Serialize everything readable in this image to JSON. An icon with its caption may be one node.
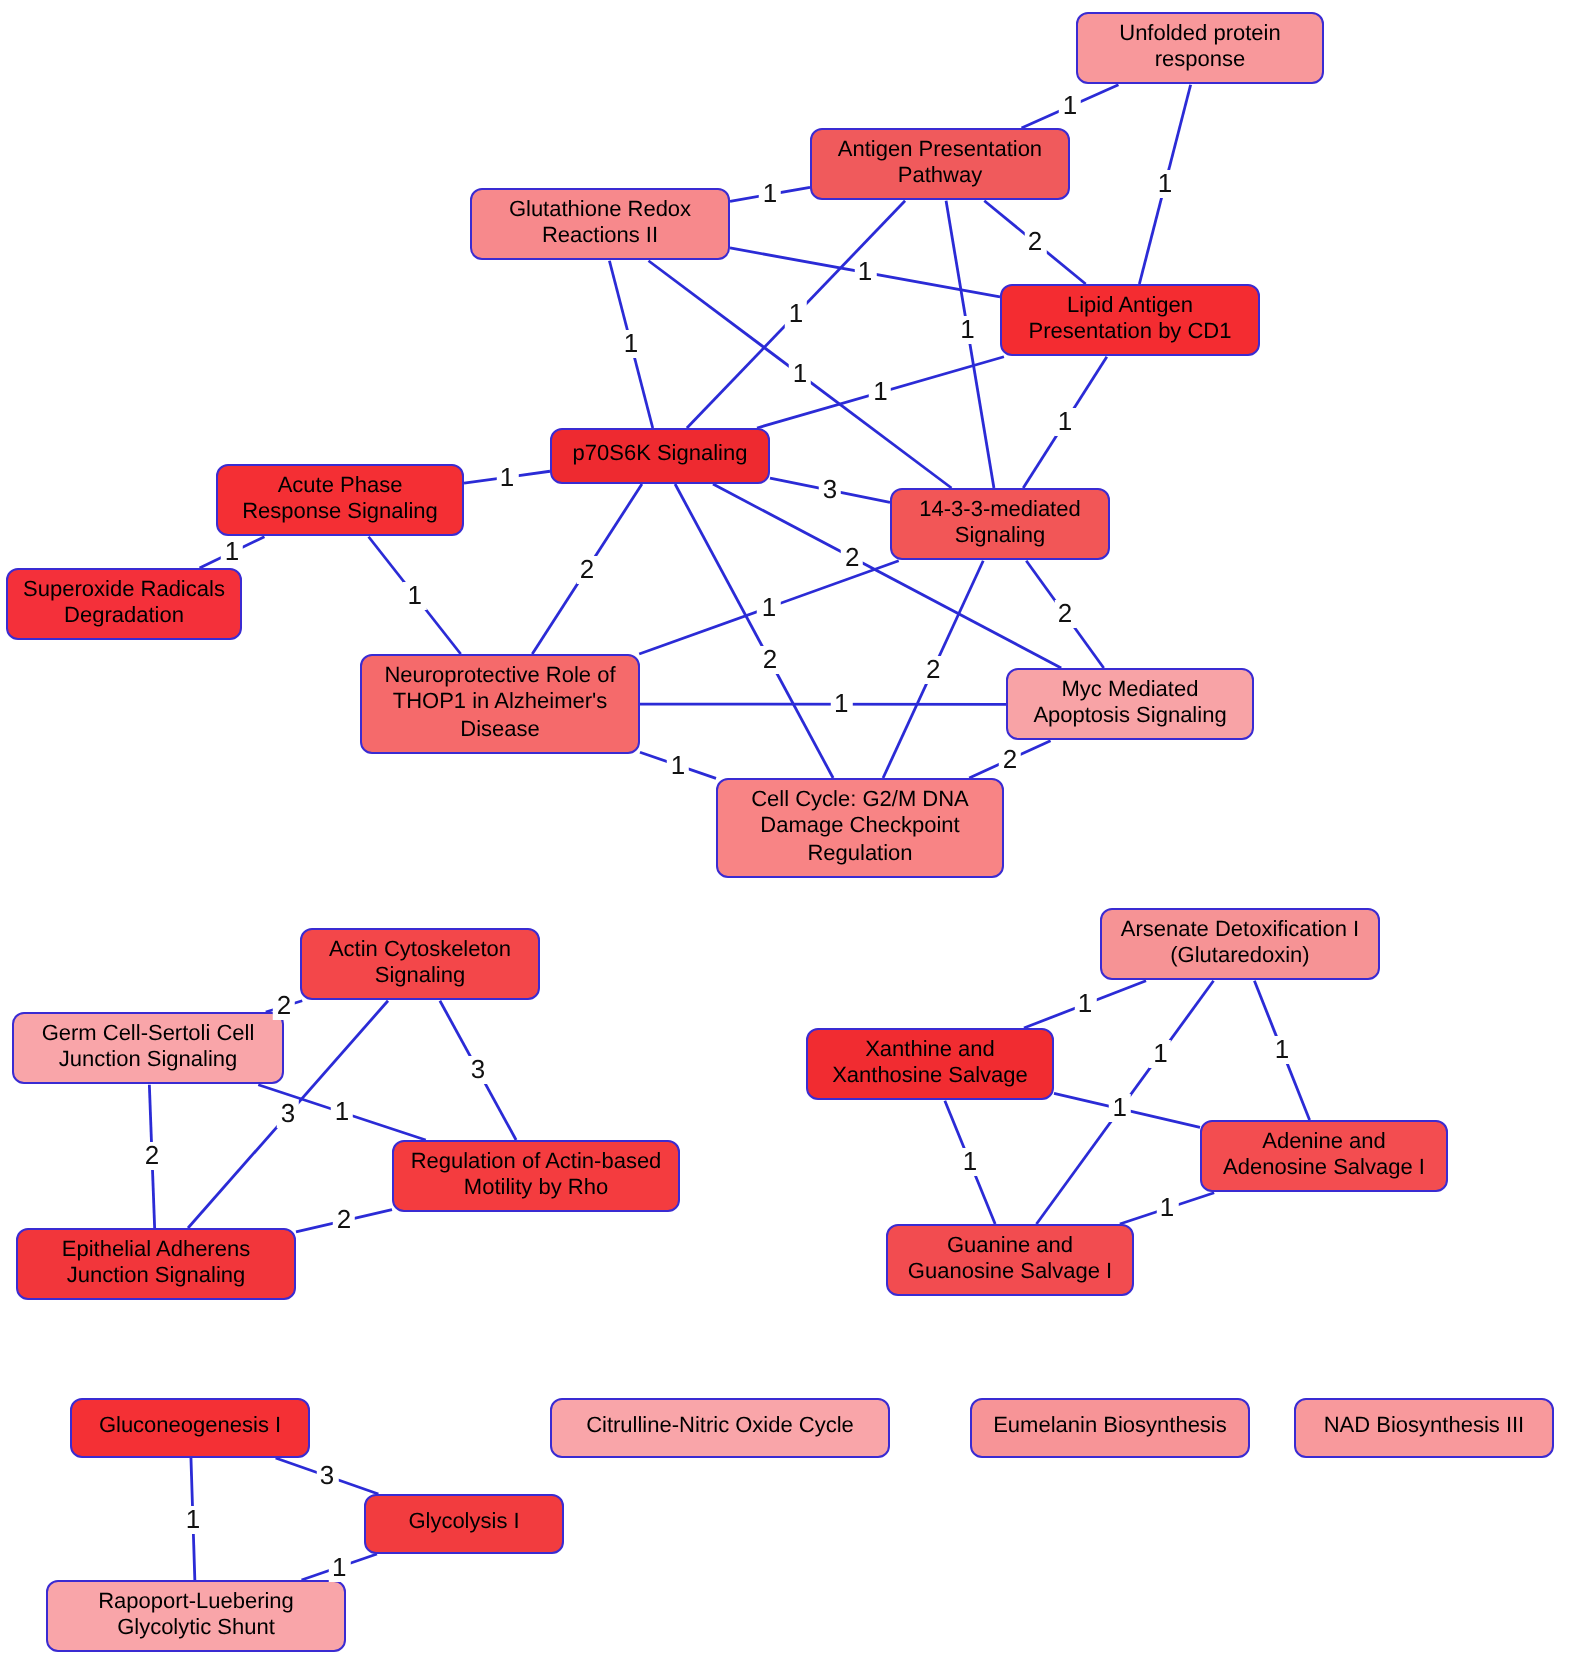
{
  "diagram": {
    "nodes": [
      {
        "text": [
          "Unfolded protein response"
        ]
      },
      {
        "text": [
          "Antigen Presentation Pathway"
        ]
      },
      {
        "text": [
          "Glutathione Redox Reactions II"
        ]
      },
      {
        "text": [
          "Lipid Antigen Presentation by CD1"
        ]
      },
      {
        "text": [
          "p70S6K Signaling"
        ]
      },
      {
        "text": [
          "Acute Phase Response Signaling"
        ]
      },
      {
        "text": [
          "Superoxide Radicals Degradation"
        ]
      },
      {
        "text": [
          "14-3-3-mediated Signaling"
        ]
      },
      {
        "text": [
          "Neuroprotective Role of THOP1 in Alzheimer's Disease"
        ]
      },
      {
        "text": [
          "Myc Mediated Apoptosis Signaling"
        ]
      },
      {
        "text": [
          "Cell Cycle: G2/M DNA Damage Checkpoint Regulation"
        ]
      },
      {
        "text": [
          "Arsenate Detoxification I (Glutaredoxin)"
        ]
      },
      {
        "text": [
          "Actin Cytoskeleton Signaling"
        ]
      },
      {
        "text": [
          "Germ Cell-Sertoli Cell Junction Signaling"
        ]
      },
      {
        "text": [
          "Xanthine and Xanthosine Salvage"
        ]
      },
      {
        "text": [
          "Regulation of Actin-based Motility by Rho"
        ]
      },
      {
        "text": [
          "Adenine and Adenosine Salvage I"
        ]
      },
      {
        "text": [
          "Epithelial Adherens Junction Signaling"
        ]
      },
      {
        "text": [
          "Guanine and Guanosine Salvage I"
        ]
      },
      {
        "text": [
          "Gluconeogenesis I"
        ]
      },
      {
        "text": [
          "Citrulline-Nitric Oxide Cycle"
        ]
      },
      {
        "text": [
          "Eumelanin Biosynthesis"
        ]
      },
      {
        "text": [
          "NAD Biosynthesis III"
        ]
      },
      {
        "text": [
          "Glycolysis I"
        ]
      },
      {
        "text": [
          "Rapoport-Luebering Glycolytic Shunt"
        ]
      }
    ],
    "edges": [
      {
        "from": 0,
        "to": 1,
        "arrow": "none",
        "label": "1"
      },
      {
        "from": 0,
        "to": 3,
        "arrow": "none",
        "label": "1"
      },
      {
        "from": 2,
        "to": 1,
        "arrow": "none",
        "label": "1"
      },
      {
        "from": 2,
        "to": 3,
        "arrow": "none",
        "label": "1"
      },
      {
        "from": 1,
        "to": 3,
        "arrow": "none",
        "label": "2"
      },
      {
        "from": 1,
        "to": 7,
        "arrow": "none",
        "label": "1"
      },
      {
        "from": 2,
        "to": 4,
        "arrow": "none",
        "label": "1"
      },
      {
        "from": 1,
        "to": 4,
        "arrow": "none",
        "label": "1"
      },
      {
        "from": 2,
        "to": 7,
        "arrow": "none",
        "label": "1"
      },
      {
        "from": 3,
        "to": 4,
        "arrow": "none",
        "label": "1"
      },
      {
        "from": 3,
        "to": 7,
        "arrow": "none",
        "label": "1"
      },
      {
        "from": 4,
        "to": 7,
        "arrow": "none",
        "label": "3"
      },
      {
        "from": 5,
        "to": 4,
        "arrow": "none",
        "label": "1"
      },
      {
        "from": 6,
        "to": 5,
        "arrow": "none",
        "label": "1"
      },
      {
        "from": 5,
        "to": 8,
        "arrow": "none",
        "label": "1"
      },
      {
        "from": 4,
        "to": 8,
        "arrow": "none",
        "label": "2"
      },
      {
        "from": 4,
        "to": 10,
        "arrow": "none",
        "label": "2"
      },
      {
        "from": 4,
        "to": 9,
        "arrow": "none",
        "label": "2"
      },
      {
        "from": 7,
        "to": 8,
        "arrow": "none",
        "label": "1"
      },
      {
        "from": 7,
        "to": 9,
        "arrow": "none",
        "label": "2"
      },
      {
        "from": 7,
        "to": 10,
        "arrow": "none",
        "label": "2"
      },
      {
        "from": 8,
        "to": 9,
        "arrow": "none",
        "label": "1"
      },
      {
        "from": 8,
        "to": 10,
        "arrow": "none",
        "label": "1"
      },
      {
        "from": 10,
        "to": 9,
        "arrow": "none",
        "label": "2"
      },
      {
        "from": 12,
        "to": 13,
        "arrow": "none",
        "label": "2"
      },
      {
        "from": 12,
        "to": 17,
        "arrow": "none",
        "label": "3"
      },
      {
        "from": 12,
        "to": 15,
        "arrow": "none",
        "label": "3"
      },
      {
        "from": 13,
        "to": 15,
        "arrow": "none",
        "label": "1"
      },
      {
        "from": 13,
        "to": 17,
        "arrow": "none",
        "label": "2"
      },
      {
        "from": 17,
        "to": 15,
        "arrow": "none",
        "label": "2"
      },
      {
        "from": 11,
        "to": 14,
        "arrow": "none",
        "label": "1"
      },
      {
        "from": 11,
        "to": 18,
        "arrow": "none",
        "label": "1"
      },
      {
        "from": 11,
        "to": 16,
        "arrow": "none",
        "label": "1"
      },
      {
        "from": 14,
        "to": 16,
        "arrow": "none",
        "label": "1"
      },
      {
        "from": 14,
        "to": 18,
        "arrow": "none",
        "label": "1"
      },
      {
        "from": 18,
        "to": 16,
        "arrow": "none",
        "label": "1"
      },
      {
        "from": 19,
        "to": 23,
        "arrow": "none",
        "label": "3"
      },
      {
        "from": 19,
        "to": 24,
        "arrow": "none",
        "label": "1"
      },
      {
        "from": 23,
        "to": 24,
        "arrow": "none",
        "label": "1"
      }
    ]
  }
}
